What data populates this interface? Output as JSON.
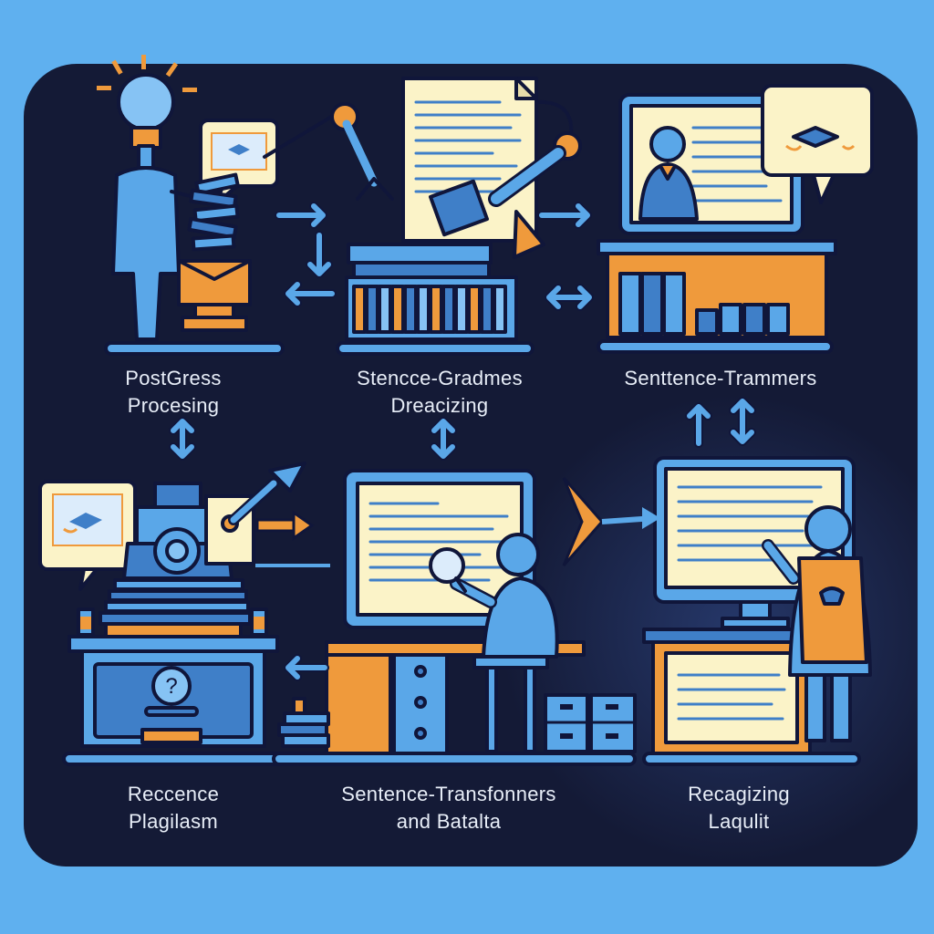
{
  "colors": {
    "page_background": "#5fb0ef",
    "panel_background": "#141a36",
    "accent_blue": "#5aa7e8",
    "accent_orange": "#ef9a3c",
    "paper": "#fbf3c8",
    "outline": "#10163a",
    "label_text": "#e8eef8"
  },
  "steps": [
    {
      "id": "step-1",
      "line1": "PostGress",
      "line2": "Procesing",
      "icon": "lightbulb-person-icon"
    },
    {
      "id": "step-2",
      "line1": "Stencce-Gradmes",
      "line2": "Dreacizing",
      "icon": "robot-arm-document-icon"
    },
    {
      "id": "step-3",
      "line1": "Senttence-Trammers",
      "line2": "",
      "icon": "monitor-presenter-icon"
    },
    {
      "id": "step-4",
      "line1": "Reccence",
      "line2": "Plagilasm",
      "icon": "machine-question-icon"
    },
    {
      "id": "step-5",
      "line1": "Sentence-Transfonners",
      "line2": "and Batalta",
      "icon": "person-magnifier-desk-icon"
    },
    {
      "id": "step-6",
      "line1": "Recagizing",
      "line2": "Laqulit",
      "icon": "monitor-apron-person-icon"
    }
  ],
  "connectors": [
    "right-arrow-icon",
    "down-arrow-icon",
    "left-arrow-icon",
    "double-right-arrow-icon",
    "left-right-arrow-icon",
    "up-down-arrow-icon",
    "up-arrow-icon",
    "orange-right-arrow-icon",
    "chevron-right-icon",
    "left-arrow-icon"
  ]
}
